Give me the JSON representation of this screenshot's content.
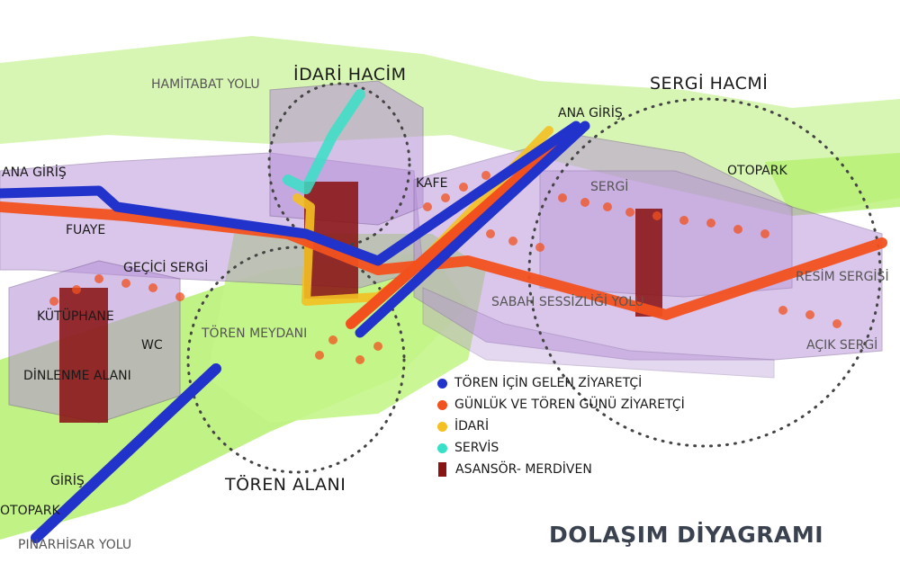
{
  "colors": {
    "toren_ziyaretci": "#2233cc",
    "gunluk_ziyaretci": "#f2511e",
    "idari": "#f4c022",
    "servis": "#38e0c8",
    "asansor": "#8a1414",
    "building": "#b48ed6",
    "grass": "#b6f070",
    "zone_ring": "#444444"
  },
  "labels": {
    "hamitabat_yolu": "HAMİTABAT YOLU",
    "idari_hacim": "İDARİ HACİM",
    "sergi_hacmi": "SERGİ HACMİ",
    "ana_giris_right": "ANA GİRİŞ",
    "ana_giris_left": "ANA GİRİŞ",
    "kafe": "KAFE",
    "sergi": "SERGİ",
    "otopark_top": "OTOPARK",
    "fuaye": "FUAYE",
    "gecici_sergi": "GEÇİCİ SERGİ",
    "kutuphane": "KÜTÜPHANE",
    "wc": "WC",
    "dinlenme_alani": "DİNLENME ALANI",
    "toren_meydani": "TÖREN MEYDANI",
    "sabah_sessizligi_yolu": "SABAH SESSİZLİĞİ YOLU",
    "resim_sergisi": "RESİM SERGİSİ",
    "acik_sergi": "AÇIK SERGİ",
    "toren_alani": "TÖREN ALANI",
    "giris": "GİRİŞ",
    "otopark_bottom": "OTOPARK",
    "pinarhisar_yolu": "PINARHİSAR YOLU"
  },
  "legend": [
    {
      "label": "TÖREN İÇİN GELEN ZİYARETÇİ",
      "color": "#2233cc",
      "shape": "dot"
    },
    {
      "label": "GÜNLÜK VE TÖREN GÜNÜ ZİYARETÇİ",
      "color": "#f2511e",
      "shape": "dot"
    },
    {
      "label": "İDARİ",
      "color": "#f4c022",
      "shape": "dot"
    },
    {
      "label": "SERVİS",
      "color": "#38e0c8",
      "shape": "dot"
    },
    {
      "label": "ASANSÖR- MERDİVEN",
      "color": "#8a1414",
      "shape": "square"
    }
  ],
  "title": "DOLAŞIM DİYAGRAMI"
}
